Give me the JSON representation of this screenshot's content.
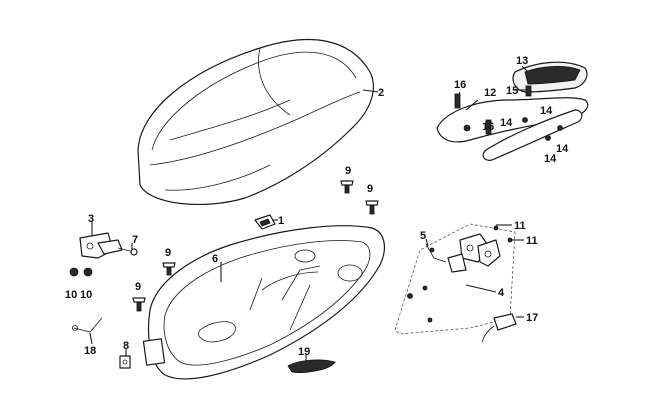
{
  "diagram": {
    "callouts": {
      "c1": "1",
      "c2": "2",
      "c3": "3",
      "c4": "4",
      "c5": "5",
      "c6": "6",
      "c7": "7",
      "c8": "8",
      "c9a": "9",
      "c9b": "9",
      "c9c": "9",
      "c9d": "9",
      "c10a": "10",
      "c10b": "10",
      "c11a": "11",
      "c11b": "11",
      "c12": "12",
      "c13": "13",
      "c14a": "14",
      "c14b": "14",
      "c14c": "14",
      "c14d": "14",
      "c15": "15",
      "c16a": "16",
      "c16b": "16",
      "c17": "17",
      "c18": "18",
      "c19": "19"
    },
    "colors": {
      "line": "#1a1a1a",
      "background": "#ffffff"
    }
  }
}
